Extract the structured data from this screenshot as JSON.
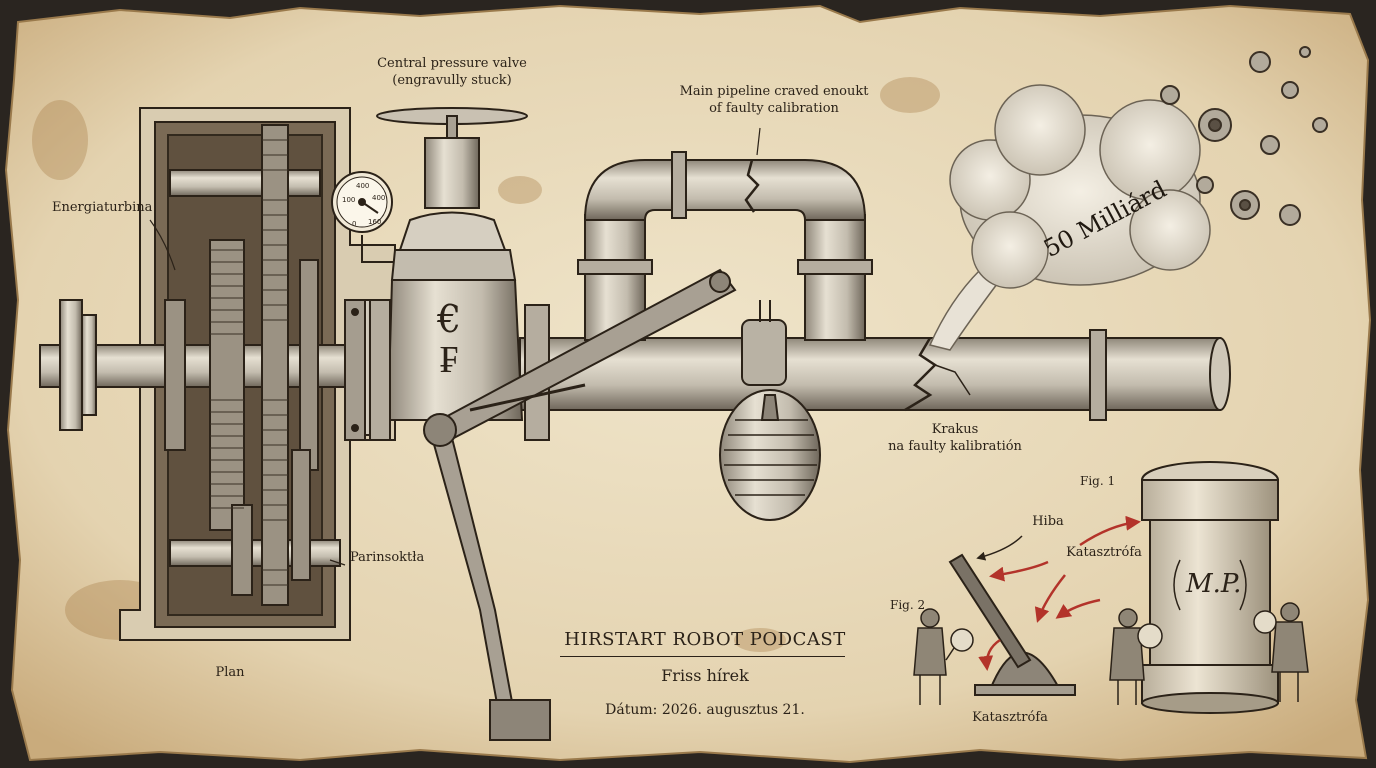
{
  "labels": {
    "valve": [
      "Central pressure valve",
      "(engravully stuck)"
    ],
    "pipeline": [
      "Main pipeline craved enoukt",
      "of faulty calibration"
    ],
    "turbine": "Energiaturbina",
    "part": "Parinsoktła",
    "plan": "Plan",
    "crack": [
      "Krakus",
      "na faulty kalibratión"
    ],
    "cloud": "50 Milliárd",
    "fig1": "Fig. 1",
    "fig2": "Fig. 2",
    "hiba": "Hiba",
    "katasztrofa_top": "Katasztrófa",
    "katasztrofa_bottom": "Katasztrófa",
    "jar_monogram": "M.P.",
    "euro_symbol": "€",
    "franc_symbol": "₣"
  },
  "gauge": {
    "ticks": [
      "0",
      "100",
      "400",
      "400",
      "160"
    ]
  },
  "title_block": {
    "title": "HIRSTART ROBOT PODCAST",
    "subtitle": "Friss hírek",
    "date": "Dátum: 2026. augusztus 21."
  },
  "colors": {
    "paper": "#e9dcc0",
    "paper_edge": "#c9ab7c",
    "ink": "#2b2218",
    "steel": "#b9b3a8",
    "arrow_red": "#b3332a"
  }
}
